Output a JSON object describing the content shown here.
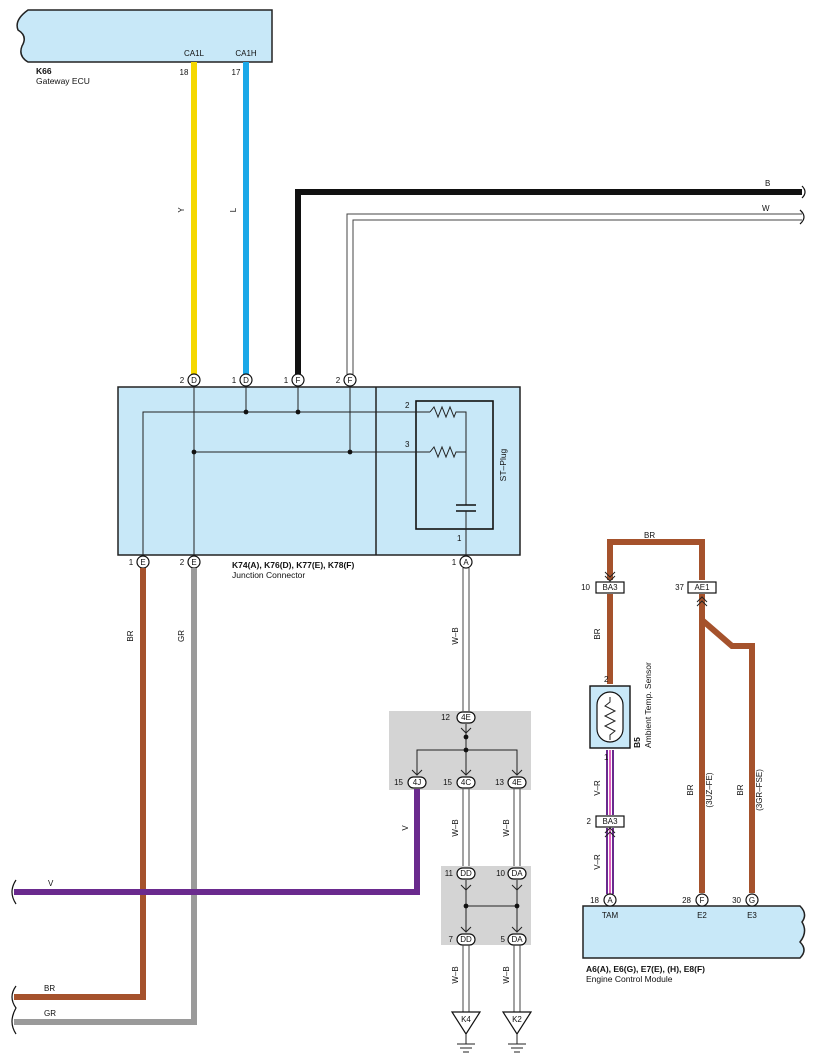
{
  "gateway": {
    "id": "K66",
    "name": "Gateway ECU",
    "pin1_name": "CA1L",
    "pin1_no": "18",
    "pin2_name": "CA1H",
    "pin2_no": "17"
  },
  "junction": {
    "ids": "K74(A), K76(D), K77(E), K78(F)",
    "name": "Junction Connector",
    "st_plug": "ST–Plug",
    "top_pins": [
      {
        "no": "2",
        "c": "D"
      },
      {
        "no": "1",
        "c": "D"
      },
      {
        "no": "1",
        "c": "F"
      },
      {
        "no": "2",
        "c": "F"
      }
    ],
    "bottom_pins": [
      {
        "no": "1",
        "c": "E"
      },
      {
        "no": "2",
        "c": "E"
      },
      {
        "no": "1",
        "c": "A"
      }
    ],
    "inner_nums": [
      "2",
      "3",
      "1"
    ]
  },
  "wires": {
    "y": "Y",
    "l": "L",
    "b": "B",
    "w": "W",
    "br": "BR",
    "gr": "GR",
    "wb": "W–B",
    "v": "V",
    "vr": "V–R",
    "br_3uz": "(3UZ–FE)",
    "br_3gr": "(3GR–FSE)"
  },
  "joint1": {
    "top": {
      "no": "12",
      "c": "4E"
    },
    "pins": [
      {
        "no": "15",
        "c": "4J"
      },
      {
        "no": "15",
        "c": "4C"
      },
      {
        "no": "13",
        "c": "4E"
      }
    ]
  },
  "joint2": {
    "pins": [
      {
        "no": "11",
        "c": "DD"
      },
      {
        "no": "10",
        "c": "DA"
      },
      {
        "no": "7",
        "c": "DD"
      },
      {
        "no": "5",
        "c": "DA"
      }
    ]
  },
  "grounds": [
    "K4",
    "K2"
  ],
  "sensor": {
    "id": "B5",
    "name": "Ambient Temp.  Sensor",
    "pin_top": "2",
    "pin_bottom": "1"
  },
  "connectors": {
    "ba3_top": {
      "no": "10",
      "c": "BA3"
    },
    "ae1": {
      "no": "37",
      "c": "AE1"
    },
    "ba3_bot": {
      "no": "2",
      "c": "BA3"
    }
  },
  "ecm": {
    "ids": "A6(A), E6(G), E7(E), (H), E8(F)",
    "name": "Engine Control Module",
    "pins": [
      {
        "no": "18",
        "c": "A",
        "name": "TAM"
      },
      {
        "no": "28",
        "c": "F",
        "name": "E2"
      },
      {
        "no": "30",
        "c": "G",
        "name": "E3"
      }
    ]
  },
  "colors": {
    "yellow": "#f5d800",
    "blue": "#1aa8e8",
    "brown": "#a5522c",
    "gray": "#9a9a9a",
    "purple": "#6a2a8e",
    "pink": "#e060c0",
    "box": "#c8e8f8"
  }
}
